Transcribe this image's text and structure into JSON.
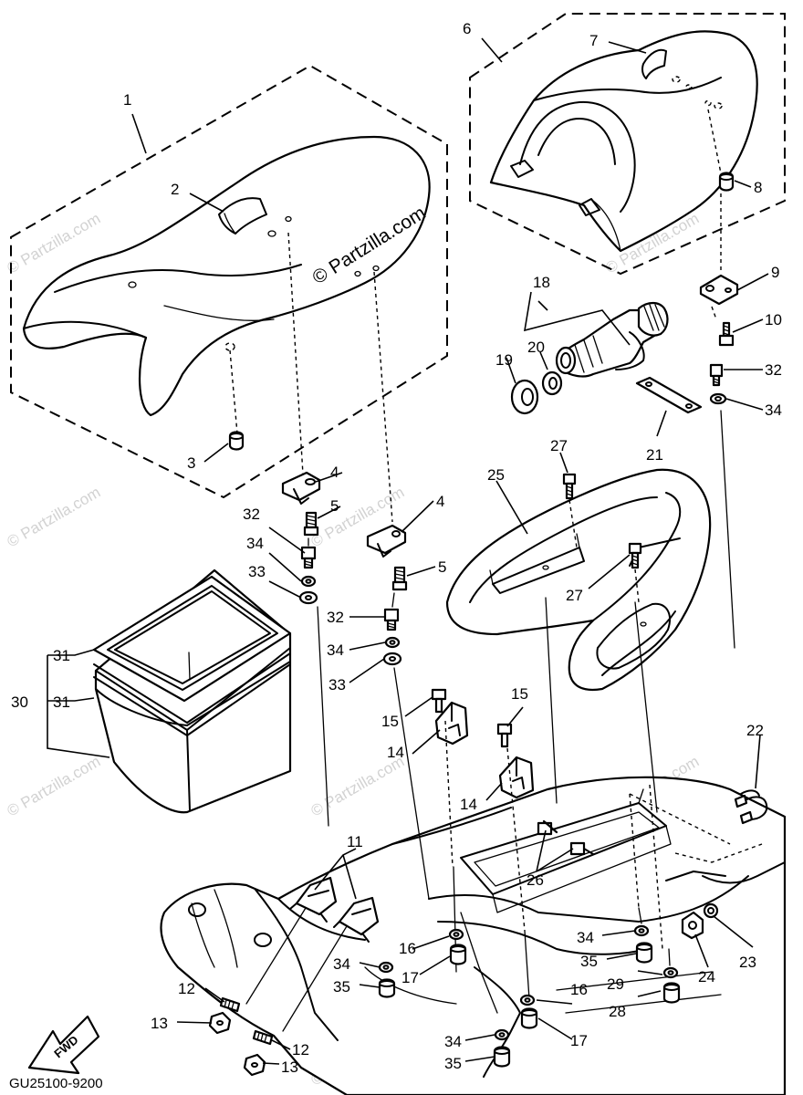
{
  "diagram": {
    "code": "GU25100-9200",
    "fwd_label": "FWD",
    "watermark_center": "© Partzilla.com",
    "watermark_tile": "© Partzilla.com",
    "callouts": {
      "c1": "1",
      "c2": "2",
      "c3": "3",
      "c4a": "4",
      "c4b": "4",
      "c5a": "5",
      "c5b": "5",
      "c6": "6",
      "c7": "7",
      "c8": "8",
      "c9": "9",
      "c10": "10",
      "c11": "11",
      "c12a": "12",
      "c12b": "12",
      "c13a": "13",
      "c13b": "13",
      "c14a": "14",
      "c14b": "14",
      "c15a": "15",
      "c15b": "15",
      "c16a": "16",
      "c16b": "16",
      "c17a": "17",
      "c17b": "17",
      "c18": "18",
      "c19": "19",
      "c20": "20",
      "c21": "21",
      "c22": "22",
      "c23": "23",
      "c24": "24",
      "c25": "25",
      "c26": "26",
      "c27a": "27",
      "c27b": "27",
      "c28": "28",
      "c29": "29",
      "c30": "30",
      "c31a": "31",
      "c31b": "31",
      "c32a": "32",
      "c32b": "32",
      "c32c": "32",
      "c33a": "33",
      "c33b": "33",
      "c34a": "34",
      "c34b": "34",
      "c34c": "34",
      "c34d": "34",
      "c34e": "34",
      "c34f": "34",
      "c35a": "35",
      "c35b": "35",
      "c35c": "35"
    }
  }
}
